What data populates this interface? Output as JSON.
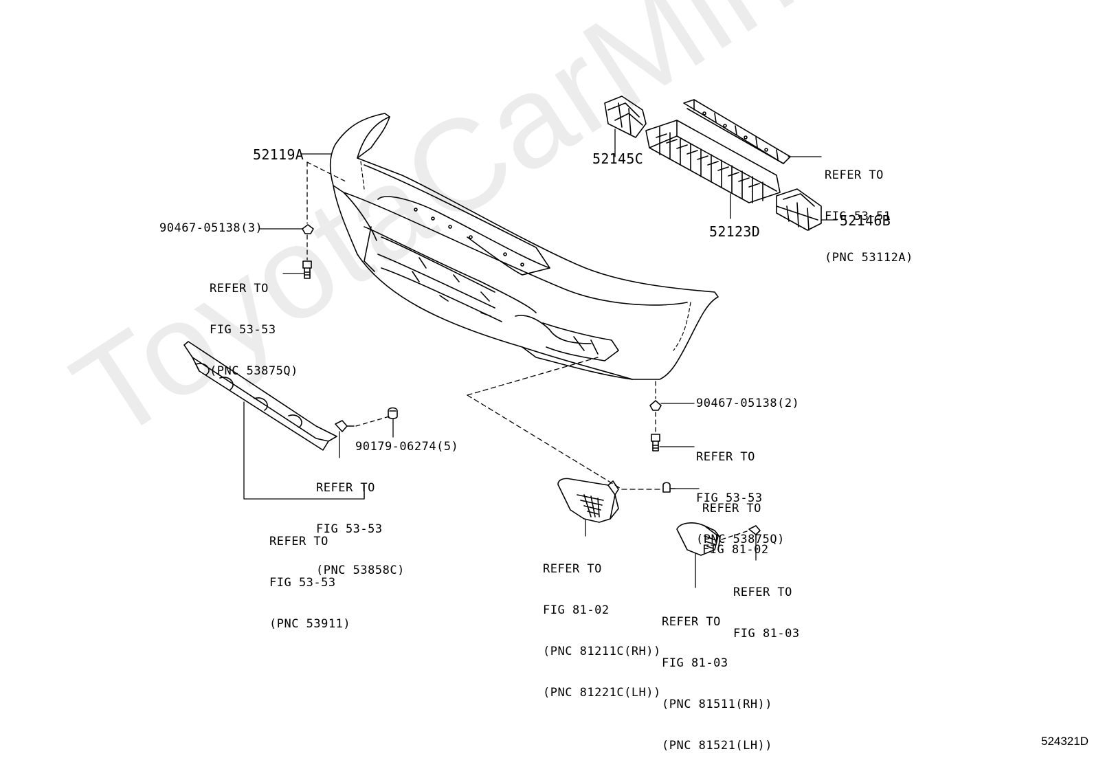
{
  "watermark": "ToyotaCarMine.ru",
  "diagram_code": "524321D",
  "parts": {
    "p52119A": "52119A",
    "p52145C": "52145C",
    "p52123D": "52123D",
    "p52146B": "52146B",
    "clip_top": "90467-05138(3)",
    "clip_bottom": "90467-05138(2)",
    "screw": "90179-06274(5)"
  },
  "refs": {
    "fig5353_top": [
      "REFER TO",
      "FIG 53-53",
      "(PNC 53875Q)"
    ],
    "fig5351": [
      "REFER TO",
      "FIG 53-51",
      "(PNC 53112A)"
    ],
    "fig5353_right": [
      "REFER TO",
      "FIG 53-53",
      "(PNC 53875Q)"
    ],
    "fig5353_clip": [
      "REFER TO",
      "FIG 53-53",
      "(PNC 53858C)"
    ],
    "fig5353_cover": [
      "REFER TO",
      "FIG 53-53",
      "(PNC 53911)"
    ],
    "fig8102_bolt": [
      "REFER TO",
      "FIG 81-02"
    ],
    "fig8102_lamp": [
      "REFER TO",
      "FIG 81-02",
      "(PNC 81211C(RH))",
      "(PNC 81221C(LH))"
    ],
    "fig8103_bolt": [
      "REFER TO",
      "FIG 81-03"
    ],
    "fig8103_lamp": [
      "REFER TO",
      "FIG 81-03",
      "(PNC 81511(RH))",
      "(PNC 81521(LH))"
    ]
  }
}
